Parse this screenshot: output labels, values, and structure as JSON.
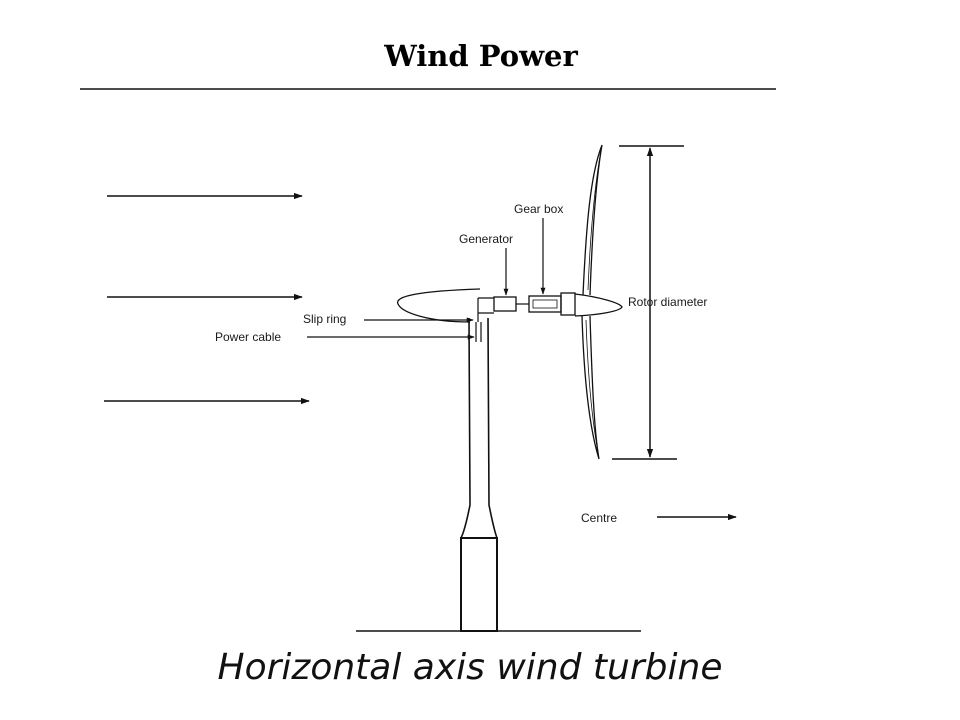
{
  "title": "Wind Power",
  "caption": "Horizontal axis wind turbine",
  "labels": {
    "gear_box": "Gear box",
    "generator": "Generator",
    "slip_ring": "Slip ring",
    "power_cable": "Power cable",
    "rotor_diameter": "Rotor diameter",
    "centre": "Centre"
  },
  "colors": {
    "ink": "#111111",
    "background": "#ffffff"
  }
}
